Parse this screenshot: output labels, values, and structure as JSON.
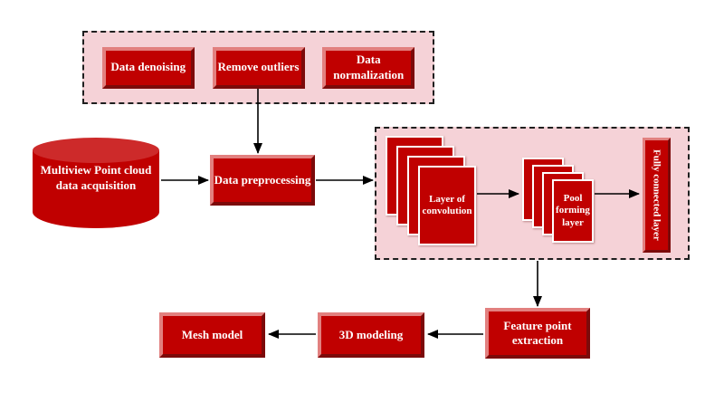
{
  "colors": {
    "node_red": "#c00000",
    "bevel_light": "#e2807f",
    "bevel_dark": "#7c0a0a",
    "group_pink": "#f5d2d7",
    "card_border_white": "#ffffff",
    "arrow_black": "#000000"
  },
  "preprocess_group": {
    "items": [
      {
        "label": "Data denoising"
      },
      {
        "label": "Remove outliers"
      },
      {
        "label": "Data normalization"
      }
    ]
  },
  "nodes": {
    "acquisition": {
      "label": "Multiview Point cloud data acquisition"
    },
    "preprocessing": {
      "label": "Data preprocessing"
    },
    "convolution": {
      "label": "Layer of convolution"
    },
    "pooling": {
      "label": "Pool forming layer"
    },
    "fully_connected": {
      "label": "Fully connected layer"
    },
    "feature_extraction": {
      "label": "Feature point extraction"
    },
    "modeling": {
      "label": "3D modeling"
    },
    "mesh": {
      "label": "Mesh model"
    }
  }
}
